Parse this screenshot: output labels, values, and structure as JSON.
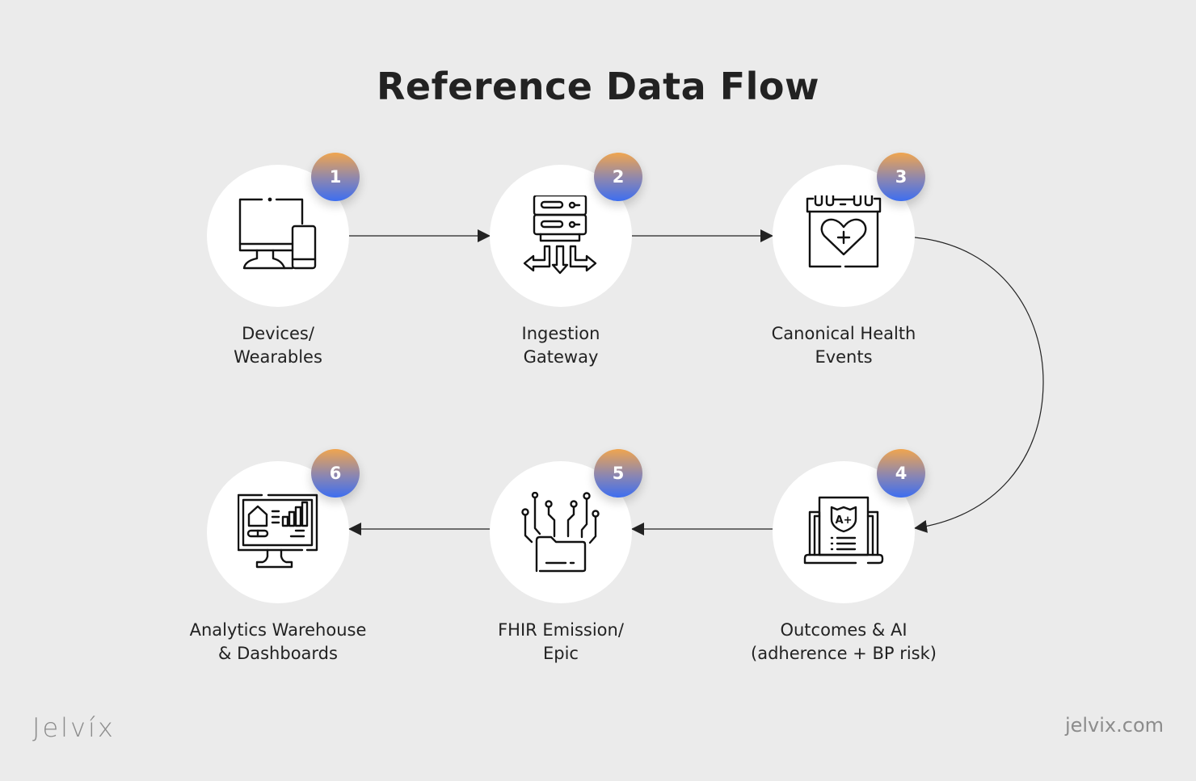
{
  "title": "Reference Data Flow",
  "steps": [
    {
      "number": "1",
      "icon": "devices-icon",
      "label_lines": [
        "Devices/",
        "Wearables"
      ]
    },
    {
      "number": "2",
      "icon": "server-gateway-icon",
      "label_lines": [
        "Ingestion",
        "Gateway"
      ]
    },
    {
      "number": "3",
      "icon": "health-calendar-icon",
      "label_lines": [
        "Canonical Health",
        "Events"
      ]
    },
    {
      "number": "4",
      "icon": "laptop-report-icon",
      "label_lines": [
        "Outcomes & AI",
        "(adherence + BP risk)"
      ]
    },
    {
      "number": "5",
      "icon": "folder-network-icon",
      "label_lines": [
        "FHIR Emission/",
        "Epic"
      ]
    },
    {
      "number": "6",
      "icon": "dashboard-monitor-icon",
      "label_lines": [
        "Analytics Warehouse",
        "& Dashboards"
      ]
    }
  ],
  "flow": [
    "1→2",
    "2→3",
    "3→4",
    "4→5",
    "5→6"
  ],
  "footer": {
    "brand": "Jelvíx",
    "site": "jelvix.com"
  },
  "colors": {
    "badge_top": "#f0a54f",
    "badge_bottom": "#3d6ef0",
    "background": "#ebebeb",
    "text": "#222222"
  }
}
